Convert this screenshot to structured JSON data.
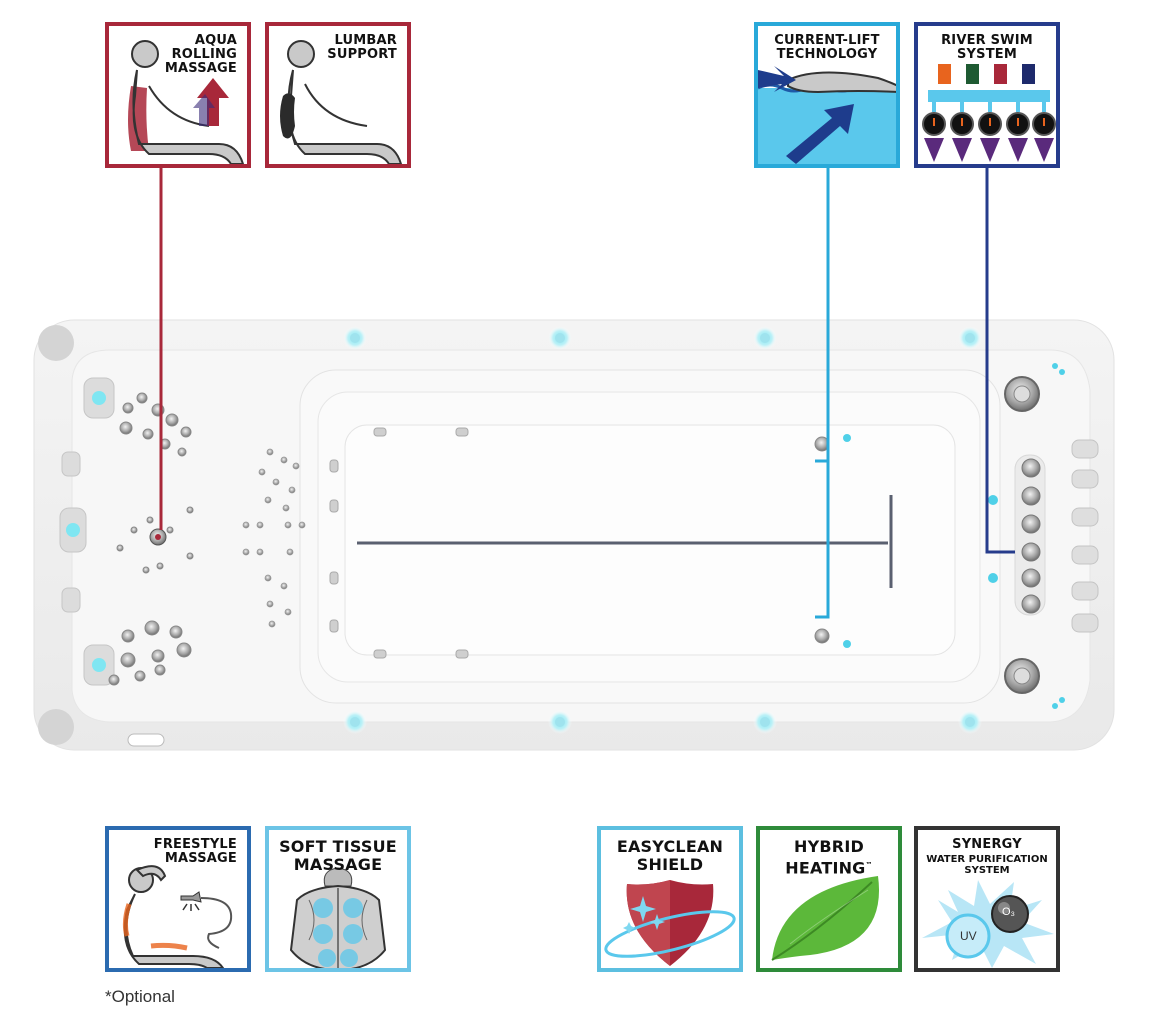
{
  "features_top": [
    {
      "id": "aqua-rolling",
      "title": "AQUA\nROLLING\nMASSAGE",
      "color": "#a8283a"
    },
    {
      "id": "lumbar",
      "title": "LUMBAR\nSUPPORT",
      "color": "#a8283a"
    },
    {
      "id": "current-lift",
      "title": "CURRENT-LIFT\nTECHNOLOGY",
      "color": "#29a9d9"
    },
    {
      "id": "river-swim",
      "title": "RIVER SWIM\nSYSTEM",
      "color": "#263c8c"
    }
  ],
  "features_bottom": [
    {
      "id": "freestyle",
      "title": "FREESTYLE\nMASSAGE",
      "color": "#2b6bb0"
    },
    {
      "id": "soft-tissue",
      "title": "SOFT TISSUE\nMASSAGE",
      "color": "#6cc4e6"
    },
    {
      "id": "easyclean",
      "title": "EASYCLEAN\nSHIELD",
      "color": "#5cbfe0"
    },
    {
      "id": "hybrid",
      "title": "HYBRID\nHEATING",
      "tm": "™",
      "color": "#2e8b3a"
    },
    {
      "id": "synergy",
      "title": "SYNERGY",
      "subtitle": "WATER PURIFICATION\nSYSTEM",
      "color": "#333333"
    }
  ],
  "synergy_labels": {
    "uv": "UV",
    "o3": "O₃"
  },
  "footnote": "*Optional"
}
